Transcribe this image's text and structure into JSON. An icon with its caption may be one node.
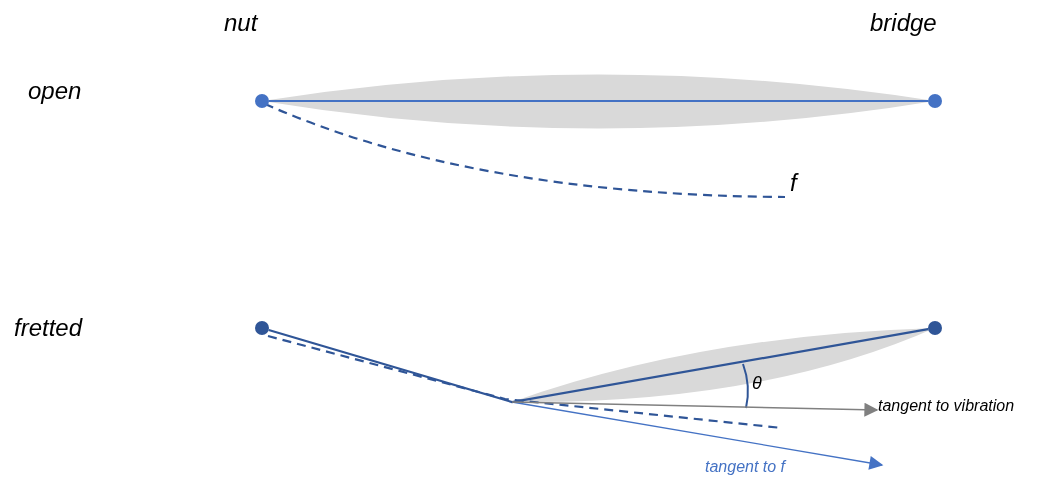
{
  "diagram": {
    "nodes": [
      {
        "text": [],
        "shape": "circle"
      },
      {
        "text": [],
        "shape": "circle"
      },
      {
        "text": [],
        "shape": "circle"
      },
      {
        "text": [],
        "shape": "circle"
      },
      {
        "text": [
          "tangent to vibration"
        ]
      }
    ],
    "edges": [
      {
        "from": 0,
        "to": 1,
        "arrow": "none",
        "color": "#4472c4"
      },
      {
        "from": 2,
        "to": 3,
        "arrow": "none",
        "color": "#2f5597"
      },
      {
        "from": null,
        "to": 4,
        "arrow": "to",
        "color": "#808080"
      }
    ],
    "labels": [
      "nut",
      "bridge",
      "open",
      "f",
      "fretted",
      "θ",
      "tangent to f"
    ]
  }
}
